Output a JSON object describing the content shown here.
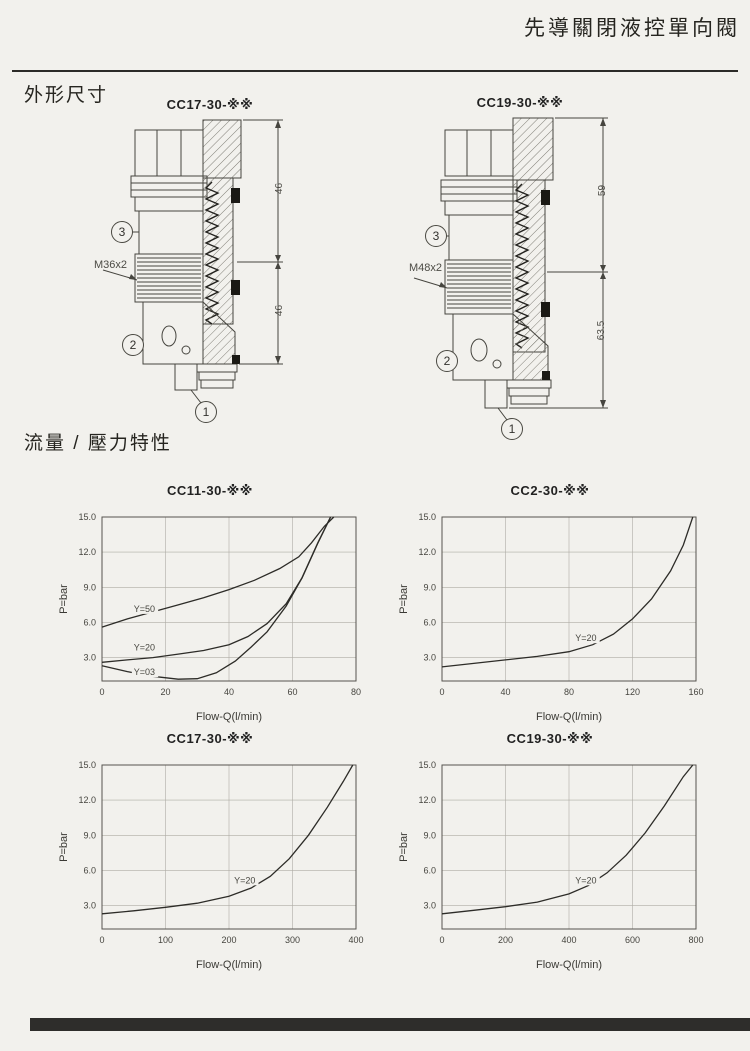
{
  "page": {
    "title": "先導關閉液控單向閥",
    "section_dimensions": "外形尺寸",
    "section_flow": "流量 / 壓力特性"
  },
  "drawings": [
    {
      "title": "CC17-30-※※",
      "thread": "M36x2",
      "dim_top": "46",
      "dim_bottom": "46",
      "balloon_top": "3",
      "balloon_mid": "2",
      "balloon_bottom": "1"
    },
    {
      "title": "CC19-30-※※",
      "thread": "M48x2",
      "dim_top": "59",
      "dim_bottom": "63.5",
      "balloon_top": "3",
      "balloon_mid": "2",
      "balloon_bottom": "1"
    }
  ],
  "chart_data": [
    {
      "type": "line",
      "title": "CC11-30-※※",
      "xlabel": "Flow-Q(l/min)",
      "ylabel": "P=bar",
      "xlim": [
        0,
        80
      ],
      "ylim": [
        1,
        15
      ],
      "xticks": [
        0,
        20,
        40,
        60,
        80
      ],
      "yticks": [
        3,
        6,
        9,
        12,
        15
      ],
      "ytick_labels": [
        "3.0",
        "6.0",
        "9.0",
        "12.0",
        "15.0"
      ],
      "grid": true,
      "legend_position": "on-curve",
      "series": [
        {
          "name": "Y=50",
          "x": [
            0,
            8,
            16,
            24,
            32,
            40,
            48,
            56,
            62,
            66,
            70,
            73
          ],
          "y": [
            5.6,
            6.3,
            6.9,
            7.5,
            8.1,
            8.8,
            9.6,
            10.6,
            11.6,
            12.8,
            14.2,
            15.0
          ],
          "label_at": [
            10,
            6.9
          ]
        },
        {
          "name": "Y=20",
          "x": [
            0,
            8,
            16,
            24,
            32,
            40,
            46,
            52,
            58,
            63,
            68,
            72
          ],
          "y": [
            2.6,
            2.8,
            3.0,
            3.3,
            3.6,
            4.1,
            4.8,
            5.9,
            7.6,
            9.8,
            12.8,
            15.0
          ],
          "label_at": [
            10,
            3.6
          ]
        },
        {
          "name": "Y=03",
          "x": [
            0,
            8,
            16,
            24,
            30,
            36,
            42,
            47,
            52,
            58,
            63,
            68,
            72
          ],
          "y": [
            2.3,
            1.8,
            1.4,
            1.15,
            1.2,
            1.7,
            2.7,
            3.9,
            5.2,
            7.4,
            9.8,
            12.8,
            15.0
          ],
          "label_at": [
            10,
            1.5
          ]
        }
      ]
    },
    {
      "type": "line",
      "title": "CC2-30-※※",
      "xlabel": "Flow-Q(l/min)",
      "ylabel": "P=bar",
      "xlim": [
        0,
        160
      ],
      "ylim": [
        1,
        15
      ],
      "xticks": [
        0,
        40,
        80,
        120,
        160
      ],
      "yticks": [
        3,
        6,
        9,
        12,
        15
      ],
      "ytick_labels": [
        "3.0",
        "6.0",
        "9.0",
        "12.0",
        "15.0"
      ],
      "grid": true,
      "legend_position": "on-curve",
      "series": [
        {
          "name": "Y=20",
          "x": [
            0,
            20,
            40,
            60,
            80,
            95,
            108,
            120,
            132,
            144,
            152,
            158
          ],
          "y": [
            2.2,
            2.5,
            2.8,
            3.1,
            3.5,
            4.1,
            5.0,
            6.3,
            8.0,
            10.4,
            12.6,
            15.0
          ],
          "label_at": [
            84,
            4.4
          ]
        }
      ]
    },
    {
      "type": "line",
      "title": "CC17-30-※※",
      "xlabel": "Flow-Q(l/min)",
      "ylabel": "P=bar",
      "xlim": [
        0,
        400
      ],
      "ylim": [
        1,
        15
      ],
      "xticks": [
        0,
        100,
        200,
        300,
        400
      ],
      "yticks": [
        3,
        6,
        9,
        12,
        15
      ],
      "ytick_labels": [
        "3.0",
        "6.0",
        "9.0",
        "12.0",
        "15.0"
      ],
      "grid": true,
      "legend_position": "on-curve",
      "series": [
        {
          "name": "Y=20",
          "x": [
            0,
            50,
            100,
            150,
            200,
            235,
            265,
            295,
            325,
            355,
            380,
            395
          ],
          "y": [
            2.3,
            2.55,
            2.85,
            3.2,
            3.8,
            4.5,
            5.5,
            7.0,
            9.0,
            11.4,
            13.6,
            15.0
          ],
          "label_at": [
            208,
            4.9
          ]
        }
      ]
    },
    {
      "type": "line",
      "title": "CC19-30-※※",
      "xlabel": "Flow-Q(l/min)",
      "ylabel": "P=bar",
      "xlim": [
        0,
        800
      ],
      "ylim": [
        1,
        15
      ],
      "xticks": [
        0,
        200,
        400,
        600,
        800
      ],
      "yticks": [
        3,
        6,
        9,
        12,
        15
      ],
      "ytick_labels": [
        "3.0",
        "6.0",
        "9.0",
        "12.0",
        "15.0"
      ],
      "grid": true,
      "legend_position": "on-curve",
      "series": [
        {
          "name": "Y=20",
          "x": [
            0,
            100,
            200,
            300,
            400,
            460,
            520,
            580,
            640,
            700,
            760,
            790
          ],
          "y": [
            2.3,
            2.6,
            2.9,
            3.3,
            4.0,
            4.7,
            5.8,
            7.3,
            9.2,
            11.5,
            14.0,
            15.0
          ],
          "label_at": [
            420,
            4.9
          ]
        }
      ]
    }
  ]
}
